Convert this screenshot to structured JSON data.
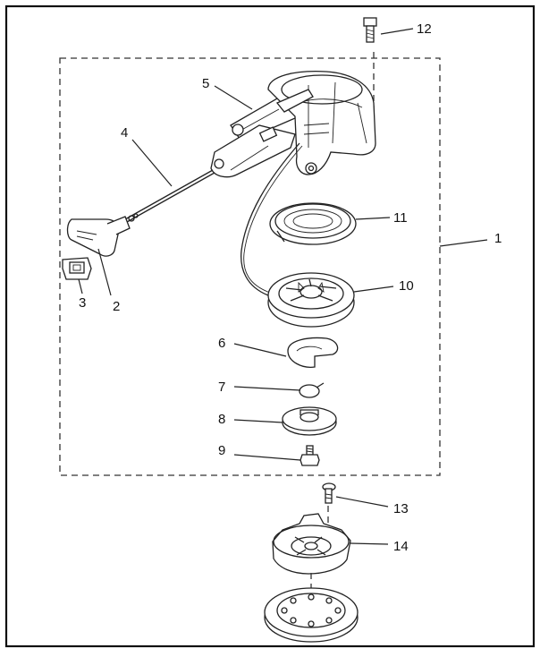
{
  "diagram": {
    "type": "exploded-parts-diagram",
    "colors": {
      "line": "#222222",
      "background": "#ffffff"
    },
    "callouts": [
      {
        "label": "1"
      },
      {
        "label": "2"
      },
      {
        "label": "3"
      },
      {
        "label": "4"
      },
      {
        "label": "5"
      },
      {
        "label": "6"
      },
      {
        "label": "7"
      },
      {
        "label": "8"
      },
      {
        "label": "9"
      },
      {
        "label": "10"
      },
      {
        "label": "11"
      },
      {
        "label": "12"
      },
      {
        "label": "13"
      },
      {
        "label": "14"
      }
    ]
  }
}
